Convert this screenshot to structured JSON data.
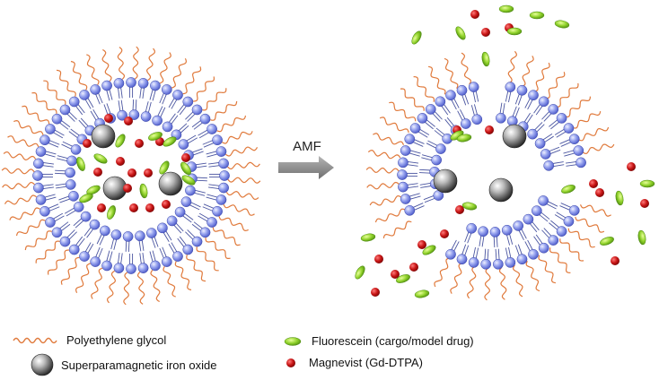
{
  "arrow": {
    "label": "AMF"
  },
  "legend": {
    "peg": "Polyethylene glycol",
    "iron_oxide": "Superparamagnetic iron oxide",
    "fluorescein": "Fluorescein (cargo/model drug)",
    "magnevist": "Magnevist (Gd-DTPA)"
  },
  "colors": {
    "peg_chain": "#e07a3c",
    "lipid_head": "#6e7fe0",
    "lipid_tail": "#4a55a0",
    "fluorescein": "#8fcf2a",
    "magnevist": "#c31414",
    "iron_oxide": "#8a8a8a",
    "arrow": "#8c8c8c"
  }
}
